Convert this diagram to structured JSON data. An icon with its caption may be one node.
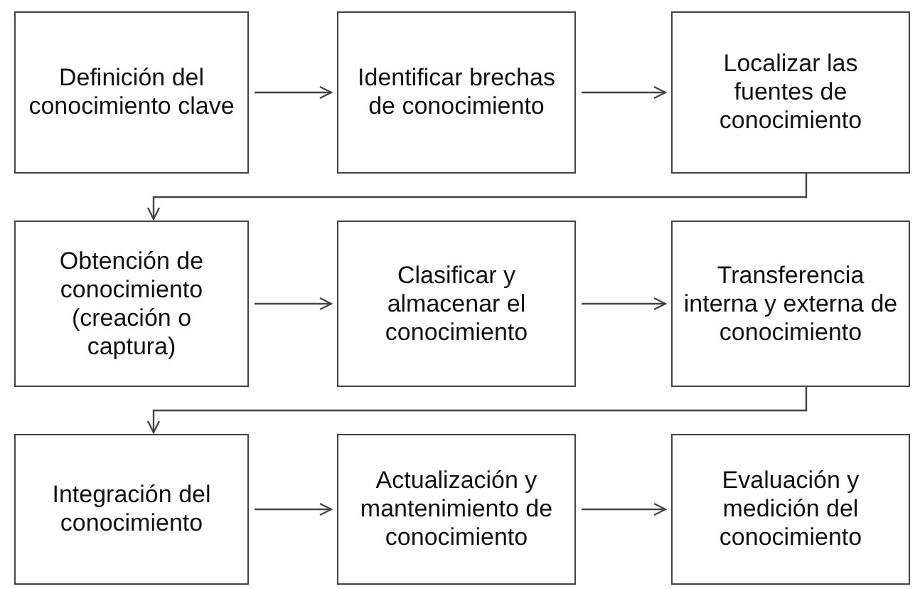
{
  "diagram": {
    "nodes": [
      {
        "text": [
          "Definición del conocimiento clave"
        ]
      },
      {
        "text": [
          "Identificar brechas de conocimiento"
        ]
      },
      {
        "text": [
          "Localizar las fuentes de conocimiento"
        ]
      },
      {
        "text": [
          "Obtención de conocimiento (creación o captura)"
        ]
      },
      {
        "text": [
          "Clasificar y almacenar el conocimiento"
        ]
      },
      {
        "text": [
          "Transferencia interna y externa de conocimiento"
        ]
      },
      {
        "text": [
          "Integración del conocimiento"
        ]
      },
      {
        "text": [
          "Actualización y mantenimiento de conocimiento"
        ]
      },
      {
        "text": [
          "Evaluación y medición del conocimiento"
        ]
      }
    ],
    "edges": [
      {
        "from": 0,
        "to": 1,
        "arrow": "to"
      },
      {
        "from": 1,
        "to": 2,
        "arrow": "to"
      },
      {
        "from": 2,
        "to": 3,
        "arrow": "to"
      },
      {
        "from": 3,
        "to": 4,
        "arrow": "to"
      },
      {
        "from": 4,
        "to": 5,
        "arrow": "to"
      },
      {
        "from": 5,
        "to": 6,
        "arrow": "to"
      },
      {
        "from": 6,
        "to": 7,
        "arrow": "to"
      },
      {
        "from": 7,
        "to": 8,
        "arrow": "to"
      }
    ]
  }
}
